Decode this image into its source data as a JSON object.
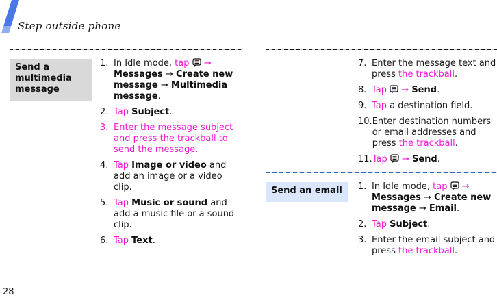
{
  "page": {
    "title": "Step outside phone",
    "page_number": "28"
  },
  "colors": {
    "text": "#1a1a1a",
    "magenta": "#f31bd4",
    "accent_blue": "#4a78e8",
    "accent_blue_light": "#8fadf2",
    "label_gray_bg": "#d9d9d9",
    "label_blue_bg": "#d9e6fb",
    "divider_dark": "#141414",
    "divider_dark_gap": "#c9c9c9",
    "divider_blue": "#3565c4",
    "divider_blue_gap": "#dce6f5"
  },
  "icon": {
    "name": "menu-icon"
  },
  "sections": [
    {
      "id": "send-multimedia-message",
      "column": "left",
      "divider": "dark",
      "label": "Send a multimedia message",
      "label_style": "gray",
      "items": [
        {
          "num": "1.",
          "segments": [
            {
              "s": "n",
              "t": "In Idle mode, "
            },
            {
              "s": "m",
              "t": "tap "
            },
            {
              "s": "i"
            },
            {
              "s": "m",
              "t": " → "
            },
            {
              "s": "b",
              "t": "Messages"
            },
            {
              "s": "n",
              "t": " → "
            },
            {
              "s": "b",
              "t": "Create new message"
            },
            {
              "s": "n",
              "t": " → "
            },
            {
              "s": "b",
              "t": "Multimedia message"
            },
            {
              "s": "n",
              "t": "."
            }
          ]
        },
        {
          "num": "2.",
          "segments": [
            {
              "s": "m",
              "t": "Tap "
            },
            {
              "s": "b",
              "t": "Subject"
            },
            {
              "s": "n",
              "t": "."
            }
          ]
        },
        {
          "num": "3.",
          "num_color": "m",
          "segments": [
            {
              "s": "m",
              "t": "Enter the message subject and press the trackball to send the message."
            }
          ]
        },
        {
          "num": "4.",
          "segments": [
            {
              "s": "m",
              "t": "Tap "
            },
            {
              "s": "b",
              "t": "Image or video"
            },
            {
              "s": "n",
              "t": " and add an image or a video clip."
            }
          ]
        },
        {
          "num": "5.",
          "segments": [
            {
              "s": "m",
              "t": "Tap "
            },
            {
              "s": "b",
              "t": "Music or sound"
            },
            {
              "s": "n",
              "t": " and add a music file or a sound clip."
            }
          ]
        },
        {
          "num": "6.",
          "segments": [
            {
              "s": "m",
              "t": "Tap "
            },
            {
              "s": "b",
              "t": "Text"
            },
            {
              "s": "n",
              "t": "."
            }
          ]
        }
      ]
    },
    {
      "id": "send-multimedia-message-continued",
      "column": "right",
      "divider": "dark",
      "label": null,
      "label_style": null,
      "items": [
        {
          "num": "7.",
          "segments": [
            {
              "s": "n",
              "t": "Enter the message text and press "
            },
            {
              "s": "m",
              "t": "the trackball"
            },
            {
              "s": "n",
              "t": "."
            }
          ]
        },
        {
          "num": "8.",
          "segments": [
            {
              "s": "m",
              "t": "Tap "
            },
            {
              "s": "i"
            },
            {
              "s": "m",
              "t": " → "
            },
            {
              "s": "b",
              "t": "Send"
            },
            {
              "s": "n",
              "t": "."
            }
          ]
        },
        {
          "num": "9.",
          "segments": [
            {
              "s": "m",
              "t": "Tap "
            },
            {
              "s": "n",
              "t": "a destination field."
            }
          ]
        },
        {
          "num": "10.",
          "segments": [
            {
              "s": "n",
              "t": "Enter destination numbers or email addresses and press "
            },
            {
              "s": "m",
              "t": "the trackball"
            },
            {
              "s": "n",
              "t": "."
            }
          ]
        },
        {
          "num": "11.",
          "segments": [
            {
              "s": "m",
              "t": "Tap "
            },
            {
              "s": "i"
            },
            {
              "s": "m",
              "t": " → "
            },
            {
              "s": "b",
              "t": "Send"
            },
            {
              "s": "n",
              "t": "."
            }
          ]
        }
      ]
    },
    {
      "id": "send-an-email",
      "column": "right",
      "divider": "blue",
      "label": "Send an email",
      "label_style": "blue",
      "items": [
        {
          "num": "1.",
          "segments": [
            {
              "s": "n",
              "t": "In Idle mode, "
            },
            {
              "s": "m",
              "t": "tap "
            },
            {
              "s": "i"
            },
            {
              "s": "m",
              "t": " → "
            },
            {
              "s": "b",
              "t": "Messages"
            },
            {
              "s": "n",
              "t": " → "
            },
            {
              "s": "b",
              "t": "Create new message"
            },
            {
              "s": "n",
              "t": " → "
            },
            {
              "s": "b",
              "t": "Email"
            },
            {
              "s": "n",
              "t": "."
            }
          ]
        },
        {
          "num": "2.",
          "segments": [
            {
              "s": "m",
              "t": "Tap "
            },
            {
              "s": "b",
              "t": "Subject"
            },
            {
              "s": "n",
              "t": "."
            }
          ]
        },
        {
          "num": "3.",
          "segments": [
            {
              "s": "n",
              "t": "Enter the email subject and press "
            },
            {
              "s": "m",
              "t": "the trackball"
            },
            {
              "s": "n",
              "t": "."
            }
          ]
        }
      ]
    }
  ]
}
